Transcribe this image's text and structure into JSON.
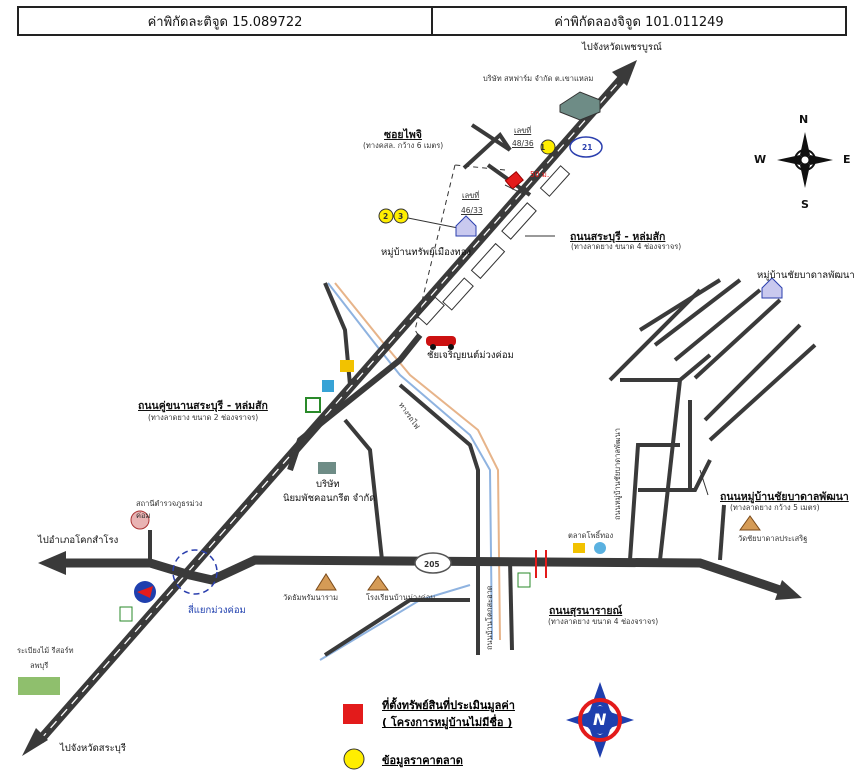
{
  "header": {
    "latitude": "ค่าพิกัดละติจูด 15.089722",
    "longitude": "ค่าพิกัดลองจิจูด 101.011249"
  },
  "labels": {
    "to_phetchabun": "ไปจังหวัดเพชรบูรณ์",
    "company_top": "บริษัท สหฟาร์ม จำกัด ต.เขาแหลม",
    "soi": "ซอยไพจิ",
    "soi_sub": "(ทางคสล. กว้าง 6 เมตร)",
    "house_no_1_title": "เลขที่",
    "house_no_1": "48/36",
    "house_no_2_title": "เลขที่",
    "house_no_2": "46/33",
    "distance": "50 ม.",
    "village": "หมู่บ้านทรัพย์เมืองทอง",
    "road_saraburi": "ถนนสระบุรี - หล่มสัก",
    "road_saraburi_sub": "(ทางลาดยาง ขนาด 4 ช่องจราจร)",
    "village_right": "หมู่บ้านชัยบาดาลพัฒนา",
    "car_shop": "ชัยเจริญยนต์ม่วงค่อม",
    "parallel_road": "ถนนคู่ขนานสระบุรี - หล่มสัก",
    "parallel_road_sub": "(ทางลาดยาง ขนาด 2 ช่องจราจร)",
    "company_mid": "บริษัท",
    "company_mid_2": "นิยมพัชคอนกรีต จำกัด",
    "police": "สถานีตำรวจภูธรม่วงค่อม",
    "to_kokslong": "ไปอำเภอโคกสำโรง",
    "intersection": "สี่แยกม่วงค่อม",
    "temple": "วัดธัมพรัมนาราม",
    "school": "โรงเรียนบ้านม่วงค่อม",
    "market": "ตลาดโพธิ์ทอง",
    "road_suranarai": "ถนนสุรนารายณ์",
    "road_suranarai_sub": "(ทางลาดยาง ขนาด 4 ช่องจราจร)",
    "road_chaibadan": "ถนนหมู่บ้านชัยบาดาลพัฒนา",
    "road_chaibadan_sub": "(ทางลาดยาง กว้าง 5 เมตร)",
    "temple_right": "วัดชัยบาดาลประเสริฐ",
    "resort": "ระเบียงไม้ รีสอร์ท",
    "resort_2": "ลพบุรี",
    "to_saraburi": "ไปจังหวัดสระบุรี",
    "village_road_vertical": "ถนนหมู่บ้านชัยบาดาลพัฒนา",
    "rail_label": "ทางรถไฟ",
    "road_205_label": "ถนนบ้านโคกสะอาด",
    "route_21": "21",
    "route_205": "205",
    "compass_n": "N",
    "compass_s": "S",
    "compass_e": "E",
    "compass_w": "W",
    "marker_1": "1",
    "marker_2": "2",
    "marker_3": "3"
  },
  "legend": {
    "property": "ที่ตั้งทรัพย์สินที่ประเมินมูลค่า",
    "property_2": "( โครงการหมู่บ้านไม่มีชื่อ )",
    "market_data": "ข้อมูลราคาตลาด",
    "north": "N"
  },
  "colors": {
    "road": "#3a3a3a",
    "rail_blue": "#8fb3e0",
    "rail_orange": "#e7b48a",
    "property_red": "#e31b1b",
    "marker_yellow": "#ffee00",
    "route_blue": "#2b3fae"
  }
}
